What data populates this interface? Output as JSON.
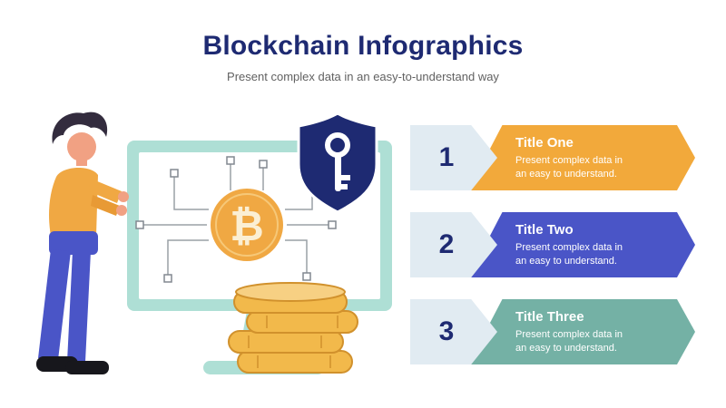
{
  "header": {
    "title": "Blockchain Infographics",
    "subtitle": "Present complex data in an easy-to-understand way"
  },
  "items": [
    {
      "number": "1",
      "title": "Title One",
      "description": "Present complex data in an easy to understand.",
      "color": "#F2A93B"
    },
    {
      "number": "2",
      "title": "Title Two",
      "description": "Present complex data in an easy to understand.",
      "color": "#4A55C7"
    },
    {
      "number": "3",
      "title": "Title Three",
      "description": "Present complex data in an easy to understand.",
      "color": "#74B1A5"
    }
  ],
  "illustration": {
    "bitcoin_symbol": "₿",
    "icons": {
      "shield_key": "shield-with-key",
      "bitcoin_coin": "bitcoin-circle",
      "coins_stack": "gold-coins-stack",
      "monitor": "computer-monitor-with-circuit",
      "person": "man-standing-pointing-at-screen"
    },
    "colors": {
      "navy": "#1E2A72",
      "orange": "#F2A93B",
      "blue": "#4A55C7",
      "teal": "#74B1A5",
      "monitor_teal": "#AEDFD5",
      "coin_gold": "#F2B94B",
      "number_badge_bg": "#E1EBF2",
      "subtitle_gray": "#616161"
    }
  }
}
